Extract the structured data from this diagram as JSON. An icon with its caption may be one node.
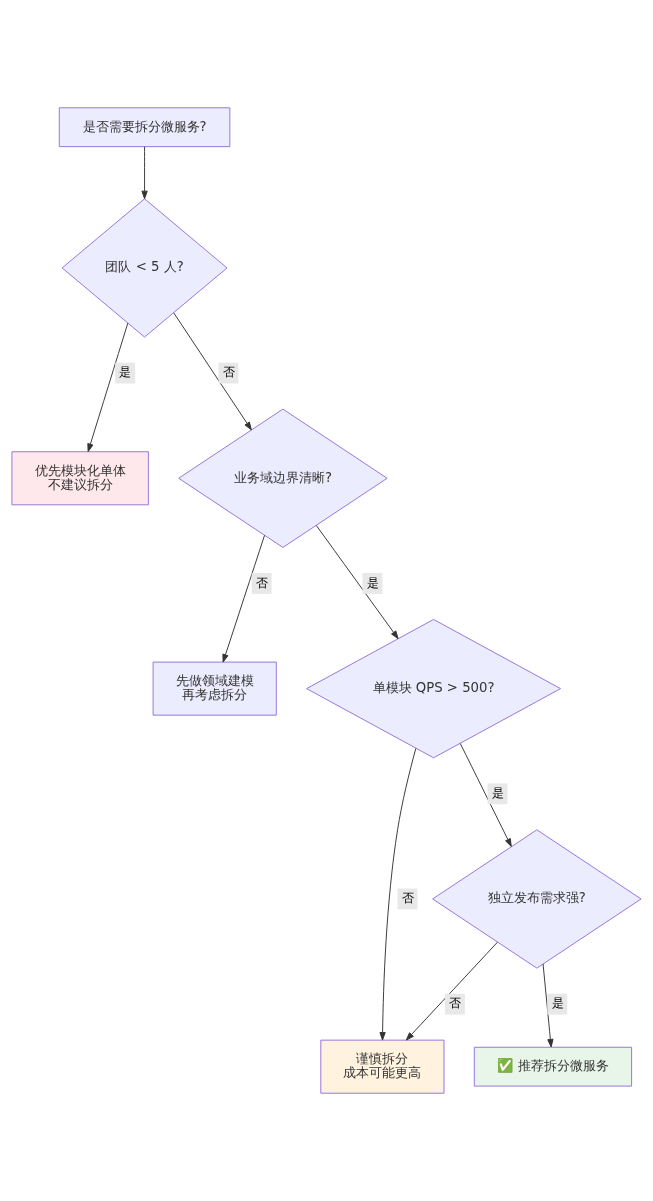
{
  "diagram": {
    "nodes": [
      {
        "text": [
          "是否需要拆分微服务?"
        ]
      },
      {
        "text": [
          "团队 < 5 人?"
        ]
      },
      {
        "text": [
          "优先模块化单体",
          "不建议拆分"
        ]
      },
      {
        "text": [
          "业务域边界清晰?"
        ]
      },
      {
        "text": [
          "先做领域建模",
          "再考虑拆分"
        ]
      },
      {
        "text": [
          "单模块 QPS > 500?"
        ]
      },
      {
        "text": [
          "独立发布需求强?"
        ]
      },
      {
        "text": [
          "谨慎拆分",
          "成本可能更高"
        ]
      },
      {
        "text": [
          "✅ 推荐拆分微服务"
        ]
      }
    ],
    "edges": [
      {
        "from": 0,
        "to": 1,
        "arrow": "to"
      },
      {
        "from": 1,
        "to": 2,
        "arrow": "to",
        "label": "是"
      },
      {
        "from": 1,
        "to": 3,
        "arrow": "to",
        "label": "否"
      },
      {
        "from": 3,
        "to": 4,
        "arrow": "to",
        "label": "否"
      },
      {
        "from": 3,
        "to": 5,
        "arrow": "to",
        "label": "是"
      },
      {
        "from": 5,
        "to": 7,
        "arrow": "to",
        "label": "否"
      },
      {
        "from": 5,
        "to": 6,
        "arrow": "to",
        "label": "是"
      },
      {
        "from": 6,
        "to": 7,
        "arrow": "to",
        "label": "否"
      },
      {
        "from": 6,
        "to": 8,
        "arrow": "to",
        "label": "是"
      }
    ]
  }
}
